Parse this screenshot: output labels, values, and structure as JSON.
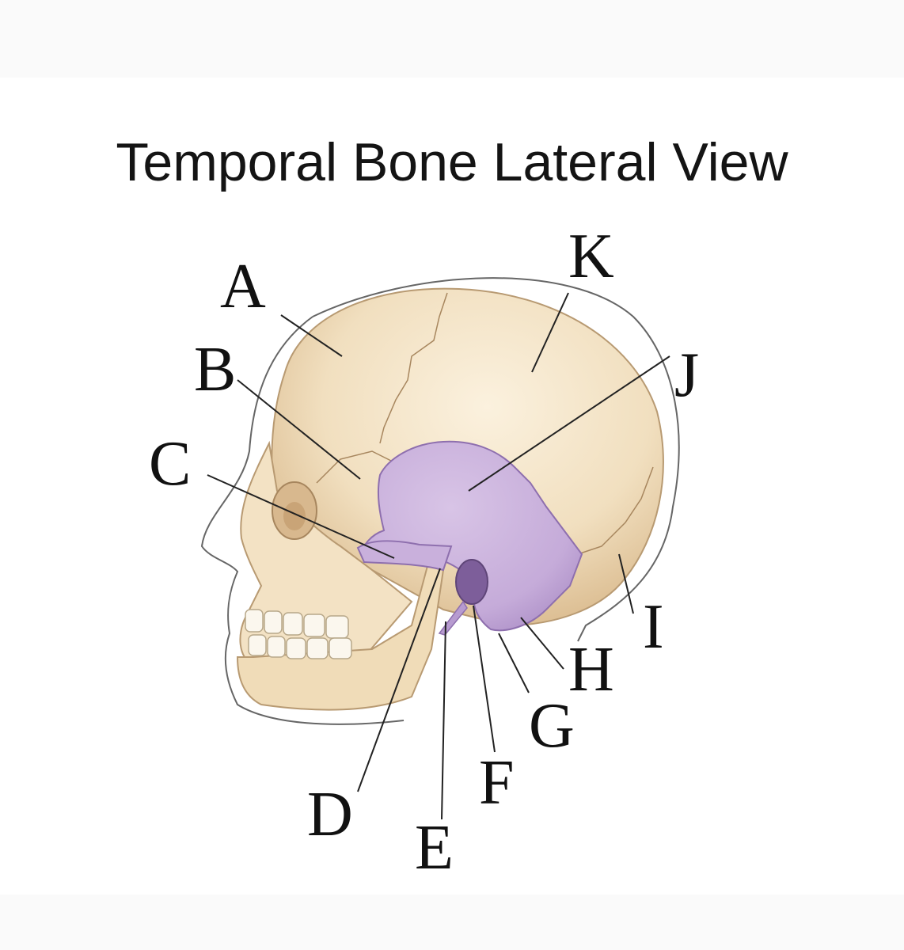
{
  "title": "Temporal Bone Lateral View",
  "labels": [
    {
      "key": "a",
      "text": "A"
    },
    {
      "key": "b",
      "text": "B"
    },
    {
      "key": "c",
      "text": "C"
    },
    {
      "key": "d",
      "text": "D"
    },
    {
      "key": "e",
      "text": "E"
    },
    {
      "key": "f",
      "text": "F"
    },
    {
      "key": "g",
      "text": "G"
    },
    {
      "key": "h",
      "text": "H"
    },
    {
      "key": "i",
      "text": "I"
    },
    {
      "key": "j",
      "text": "J"
    },
    {
      "key": "k",
      "text": "K"
    }
  ],
  "colors": {
    "bone": "#f1dfbf",
    "bone_shadow": "#d9b98c",
    "temporal_bone": "#c9b0dc",
    "temporal_shadow": "#a98bc4",
    "outline": "#555555",
    "text": "#111111"
  }
}
